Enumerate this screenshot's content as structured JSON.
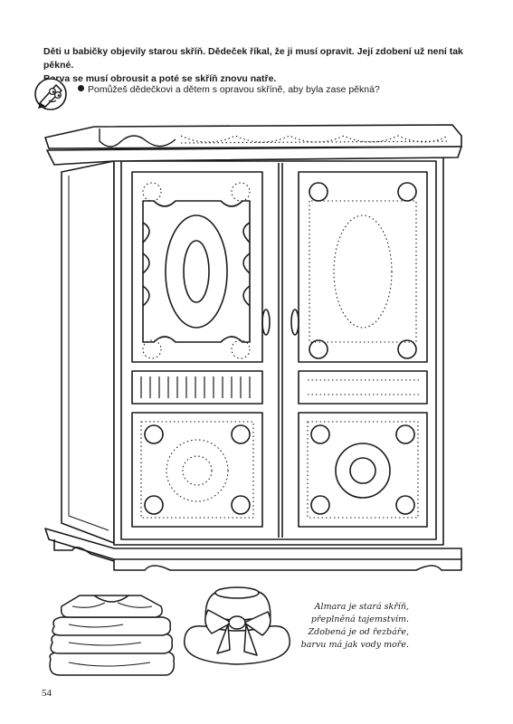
{
  "intro": {
    "lines": [
      "Děti u babičky objevily starou skříň. Dědeček říkal, že ji musí opravit. Její zdobení už není tak pěkné.",
      "Barva se musí obrousit a poté se skříň znovu natře."
    ]
  },
  "task": {
    "icon": "pencil-mascot-icon",
    "text": "Pomůžeš dědečkovi a dětem s opravou skříně, aby byla zase pěkná?"
  },
  "poem": {
    "lines": [
      "Almara je stará skříň,",
      "přeplněná tajemstvím.",
      "Zdobená je od řezbáře,",
      "barvu má jak vody moře."
    ]
  },
  "page_number": "54"
}
